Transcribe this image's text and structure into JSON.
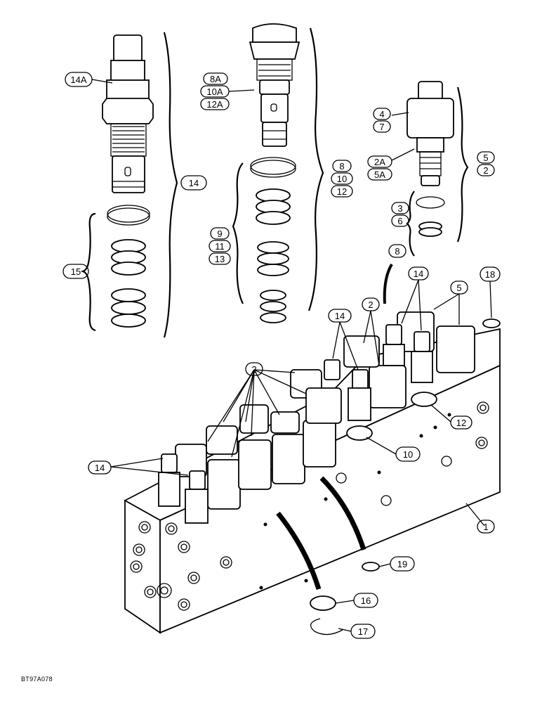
{
  "figure_id": "BT97A078",
  "callouts": {
    "c1": "1",
    "c2_a": "2",
    "c2_b": "2",
    "c2_c": "2",
    "c2a": "2A",
    "c3": "3",
    "c4": "4",
    "c5_a": "5",
    "c5_b": "5",
    "c5a": "5A",
    "c6": "6",
    "c7": "7",
    "c8_a": "8",
    "c8_b": "8",
    "c8a": "8A",
    "c9": "9",
    "c10_a": "10",
    "c10_b": "10",
    "c10a": "10A",
    "c11": "11",
    "c12_a": "12",
    "c12_b": "12",
    "c12a": "12A",
    "c13": "13",
    "c14_a": "14",
    "c14_b": "14",
    "c14_c": "14",
    "c14_d": "14",
    "c14a": "14A",
    "c15": "15",
    "c16": "16",
    "c17": "17",
    "c18": "18",
    "c19": "19"
  }
}
